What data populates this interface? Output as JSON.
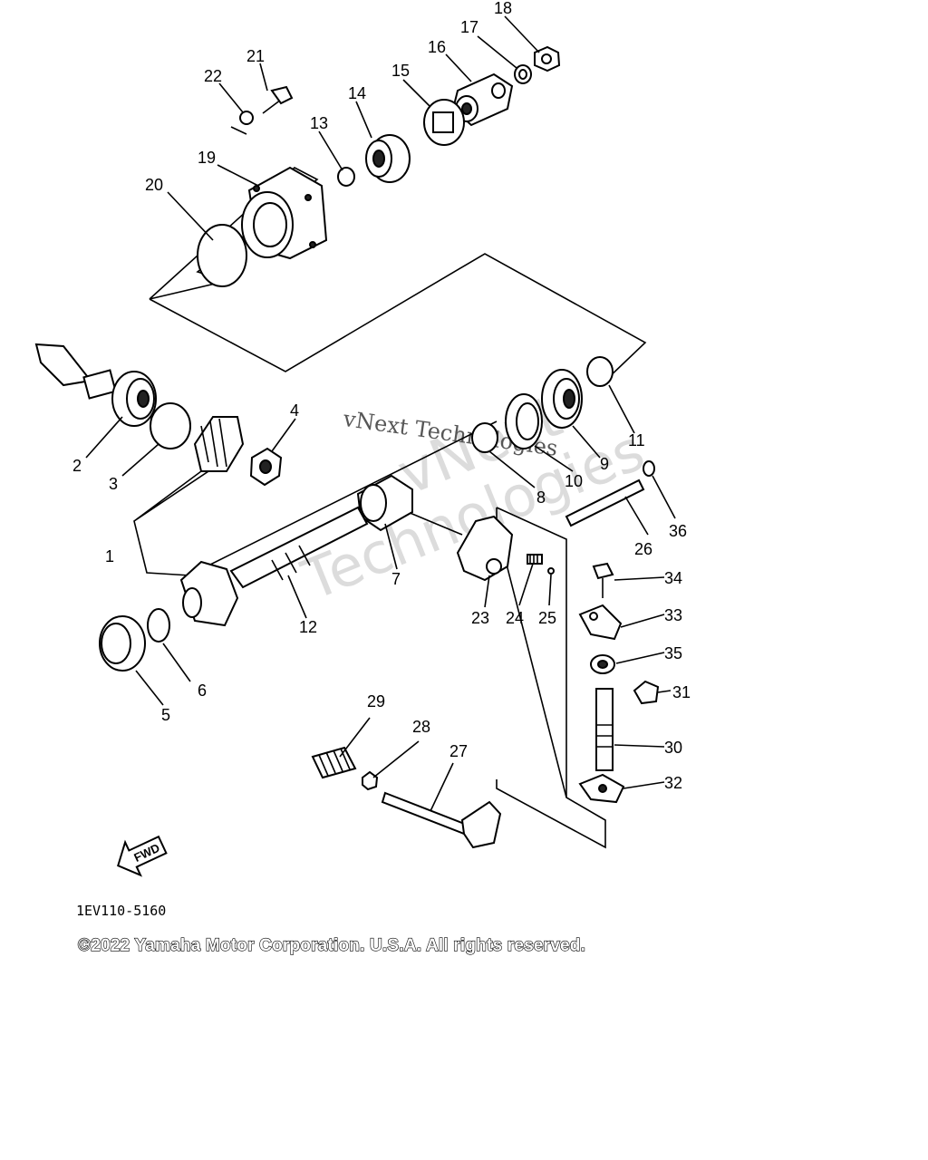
{
  "callouts": [
    "1",
    "2",
    "3",
    "4",
    "5",
    "6",
    "7",
    "8",
    "9",
    "10",
    "11",
    "12",
    "13",
    "14",
    "15",
    "16",
    "17",
    "18",
    "19",
    "20",
    "21",
    "22",
    "23",
    "24",
    "25",
    "26",
    "27",
    "28",
    "29",
    "30",
    "31",
    "32",
    "33",
    "34",
    "35",
    "36"
  ],
  "watermark": {
    "line1": "vNext Technologies",
    "line2": "vNext",
    "line3": "Technologies"
  },
  "fwd_label": "FWD",
  "diagram_code": "1EV110-5160",
  "copyright": "©2022 Yamaha Motor Corporation. U.S.A. All rights reserved."
}
